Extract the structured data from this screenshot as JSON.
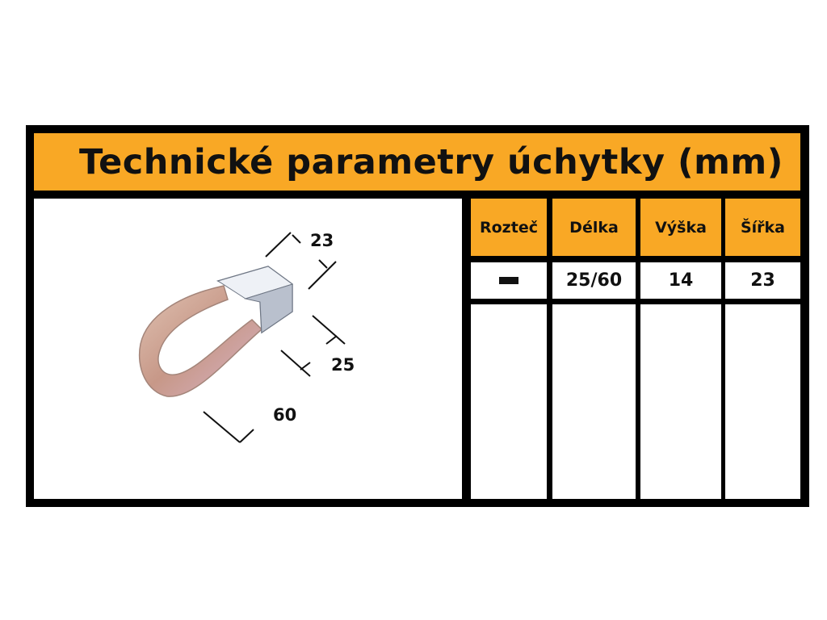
{
  "title": "Technické parametry úchytky (mm)",
  "table": {
    "headers": [
      "Rozteč",
      "Délka",
      "Výška",
      "Šířka"
    ],
    "row": {
      "roztec": "—",
      "delka": "25/60",
      "vyska": "14",
      "sirka": "23"
    }
  },
  "drawing": {
    "dim_width": "23",
    "dim_height": "25",
    "dim_length": "60"
  },
  "colors": {
    "accent": "#f9a825",
    "frame": "#000000"
  }
}
